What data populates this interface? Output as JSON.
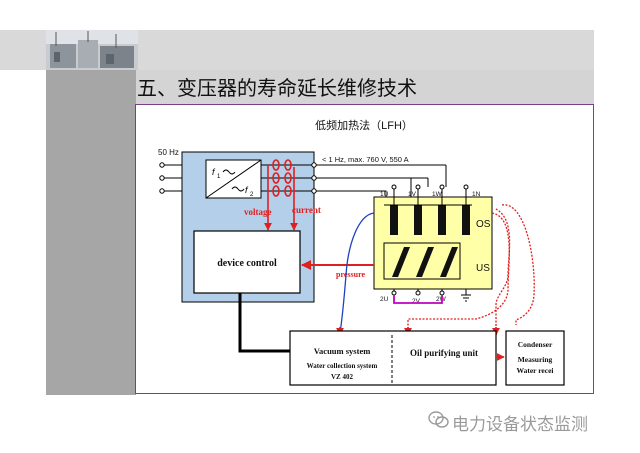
{
  "slide": {
    "title": "五、变压器的寿命延长维修技术"
  },
  "diagram": {
    "title": "低频加热法（LFH）",
    "supply_label": "50 Hz",
    "output_spec": "< 1 Hz, max. 760 V, 550 A",
    "converter_label_f1": "f",
    "converter_sub_1": "1",
    "converter_label_f2": "f",
    "converter_sub_2": "2",
    "voltage_label": "voltage",
    "current_label": "current",
    "device_control_label": "device control",
    "pressure_label": "pressure",
    "terminals_top": [
      "1U",
      "1V",
      "1W",
      "1N"
    ],
    "terminals_bottom": [
      "2U",
      "2V",
      "2W"
    ],
    "os_label": "OS",
    "us_label": "US",
    "vacuum_label": "Vacuum system",
    "water_collection_label": "Water collection system",
    "vz_label": "VZ 402",
    "oil_label": "Oil purifying unit",
    "condenser_label": "Condenser",
    "measuring_label": "Measuring",
    "water_label": "Water recei"
  },
  "watermark": {
    "text": "电力设备状态监测"
  }
}
